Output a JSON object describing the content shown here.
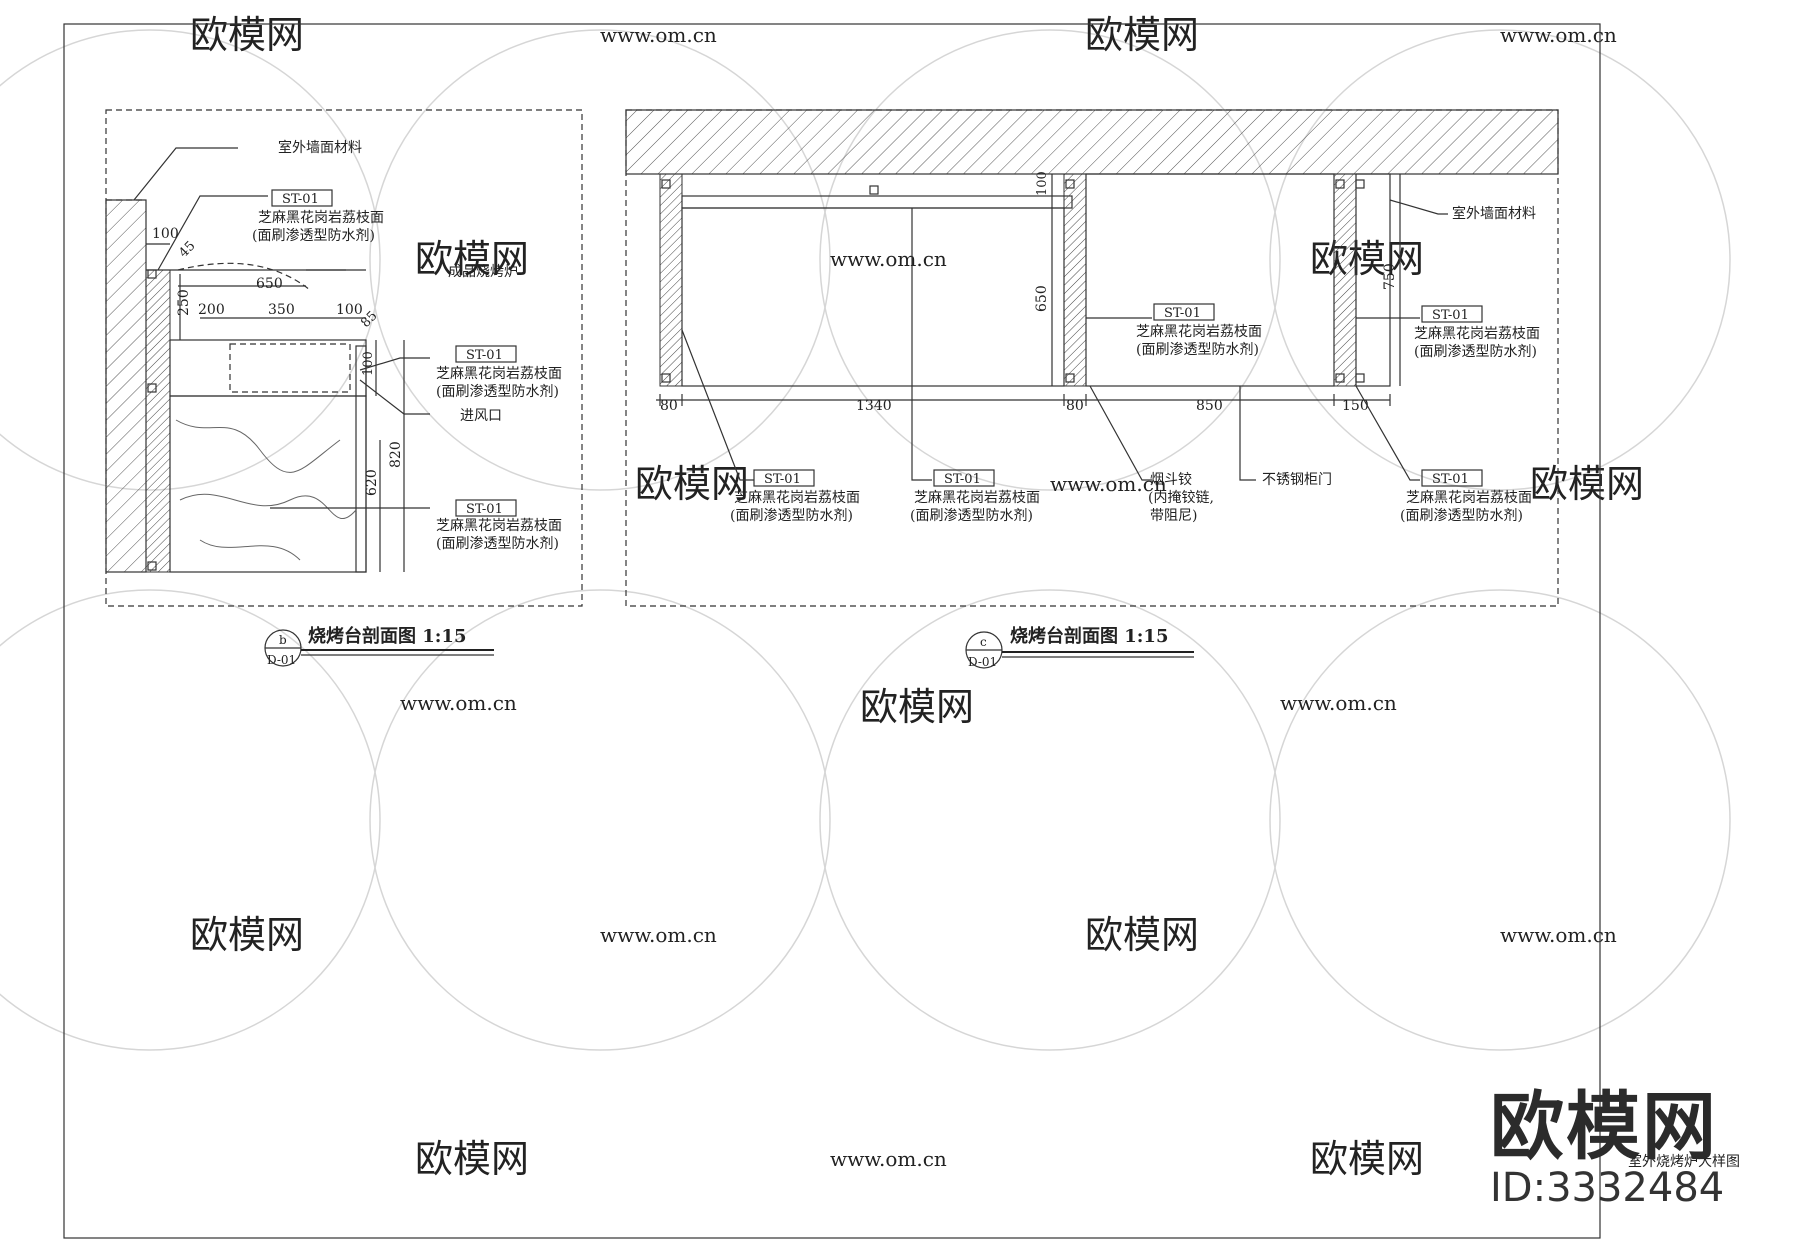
{
  "watermark": {
    "brand_text": "欧模网",
    "url_text": "www.om.cn"
  },
  "brand_badge": {
    "name": "欧模网",
    "id_label": "ID:3332484"
  },
  "corner_title": "室外烧烤炉大样图",
  "section_b": {
    "title": "烧烤台剖面图  1:15",
    "ref_top": "b",
    "ref_bottom": "D-01",
    "labels": {
      "exterior_wall": "室外墙面材料",
      "finished_grill": "成品烧烤炉",
      "air_inlet": "进风口"
    },
    "callouts": [
      {
        "tag": "ST-01",
        "line1": "芝麻黑花岗岩荔枝面",
        "line2": "(面刷渗透型防水剂)"
      },
      {
        "tag": "ST-01",
        "line1": "芝麻黑花岗岩荔枝面",
        "line2": "(面刷渗透型防水剂)"
      },
      {
        "tag": "ST-01",
        "line1": "芝麻黑花岗岩荔枝面",
        "line2": "(面刷渗透型防水剂)"
      }
    ],
    "dimensions": {
      "d100_top": "100",
      "d45": "45",
      "d650": "650",
      "d250": "250",
      "d200": "200",
      "d350": "350",
      "d100_mid": "100",
      "d85": "85",
      "d100_v": "100",
      "d820": "820",
      "d620": "620"
    }
  },
  "section_c": {
    "title": "烧烤台剖面图  1:15",
    "ref_top": "c",
    "ref_bottom": "D-01",
    "labels": {
      "exterior_wall": "室外墙面材料",
      "hinge_line1": "烟斗铰",
      "hinge_line2": "(内掩铰链,",
      "hinge_line3": "带阻尼)",
      "steel_door": "不锈钢柜门"
    },
    "callouts": [
      {
        "tag": "ST-01",
        "line1": "芝麻黑花岗岩荔枝面",
        "line2": "(面刷渗透型防水剂)"
      },
      {
        "tag": "ST-01",
        "line1": "芝麻黑花岗岩荔枝面",
        "line2": "(面刷渗透型防水剂)"
      },
      {
        "tag": "ST-01",
        "line1": "芝麻黑花岗岩荔枝面",
        "line2": "(面刷渗透型防水剂)"
      },
      {
        "tag": "ST-01",
        "line1": "芝麻黑花岗岩荔枝面",
        "line2": "(面刷渗透型防水剂)"
      },
      {
        "tag": "ST-01",
        "line1": "芝麻黑花岗岩荔枝面",
        "line2": "(面刷渗透型防水剂)"
      }
    ],
    "dimensions": {
      "d80_left": "80",
      "d1340": "1340",
      "d80_mid": "80",
      "d850": "850",
      "d150": "150",
      "d100": "100",
      "d650": "650",
      "d750": "750"
    }
  }
}
